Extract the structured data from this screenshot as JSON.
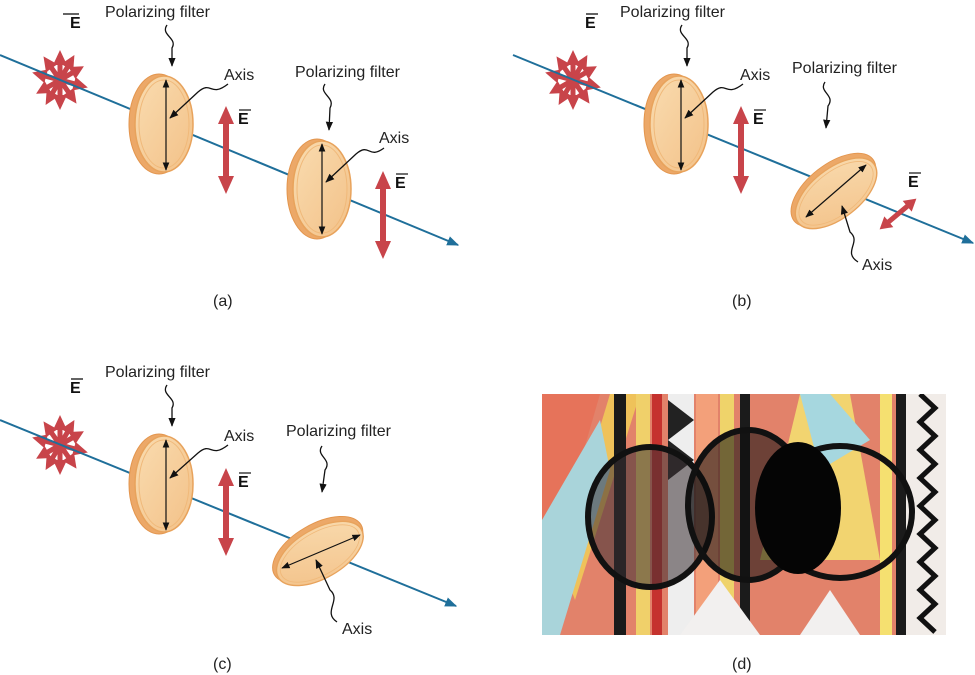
{
  "colors": {
    "beam": "#1f6f9a",
    "field_arrow": "#c8444a",
    "filter_rim": "#e8a35c",
    "filter_face": "#f7d3a0"
  },
  "panels": {
    "a": {
      "caption": "(a)",
      "filter1_label": "Polarizing filter",
      "axis1_label": "Axis",
      "filter2_label": "Polarizing filter",
      "axis2_label": "Axis",
      "field_label": "E",
      "field_label_2": "E",
      "field_label_3": "E"
    },
    "b": {
      "caption": "(b)",
      "filter1_label": "Polarizing filter",
      "axis1_label": "Axis",
      "filter2_label": "Polarizing filter",
      "axis2_label": "Axis",
      "field_label": "E",
      "field_label_2": "E",
      "field_label_3": "E"
    },
    "c": {
      "caption": "(c)",
      "filter1_label": "Polarizing filter",
      "axis1_label": "Axis",
      "filter2_label": "Polarizing filter",
      "axis2_label": "Axis",
      "field_label": "E",
      "field_label_2": "E"
    },
    "d": {
      "caption": "(d)"
    }
  }
}
